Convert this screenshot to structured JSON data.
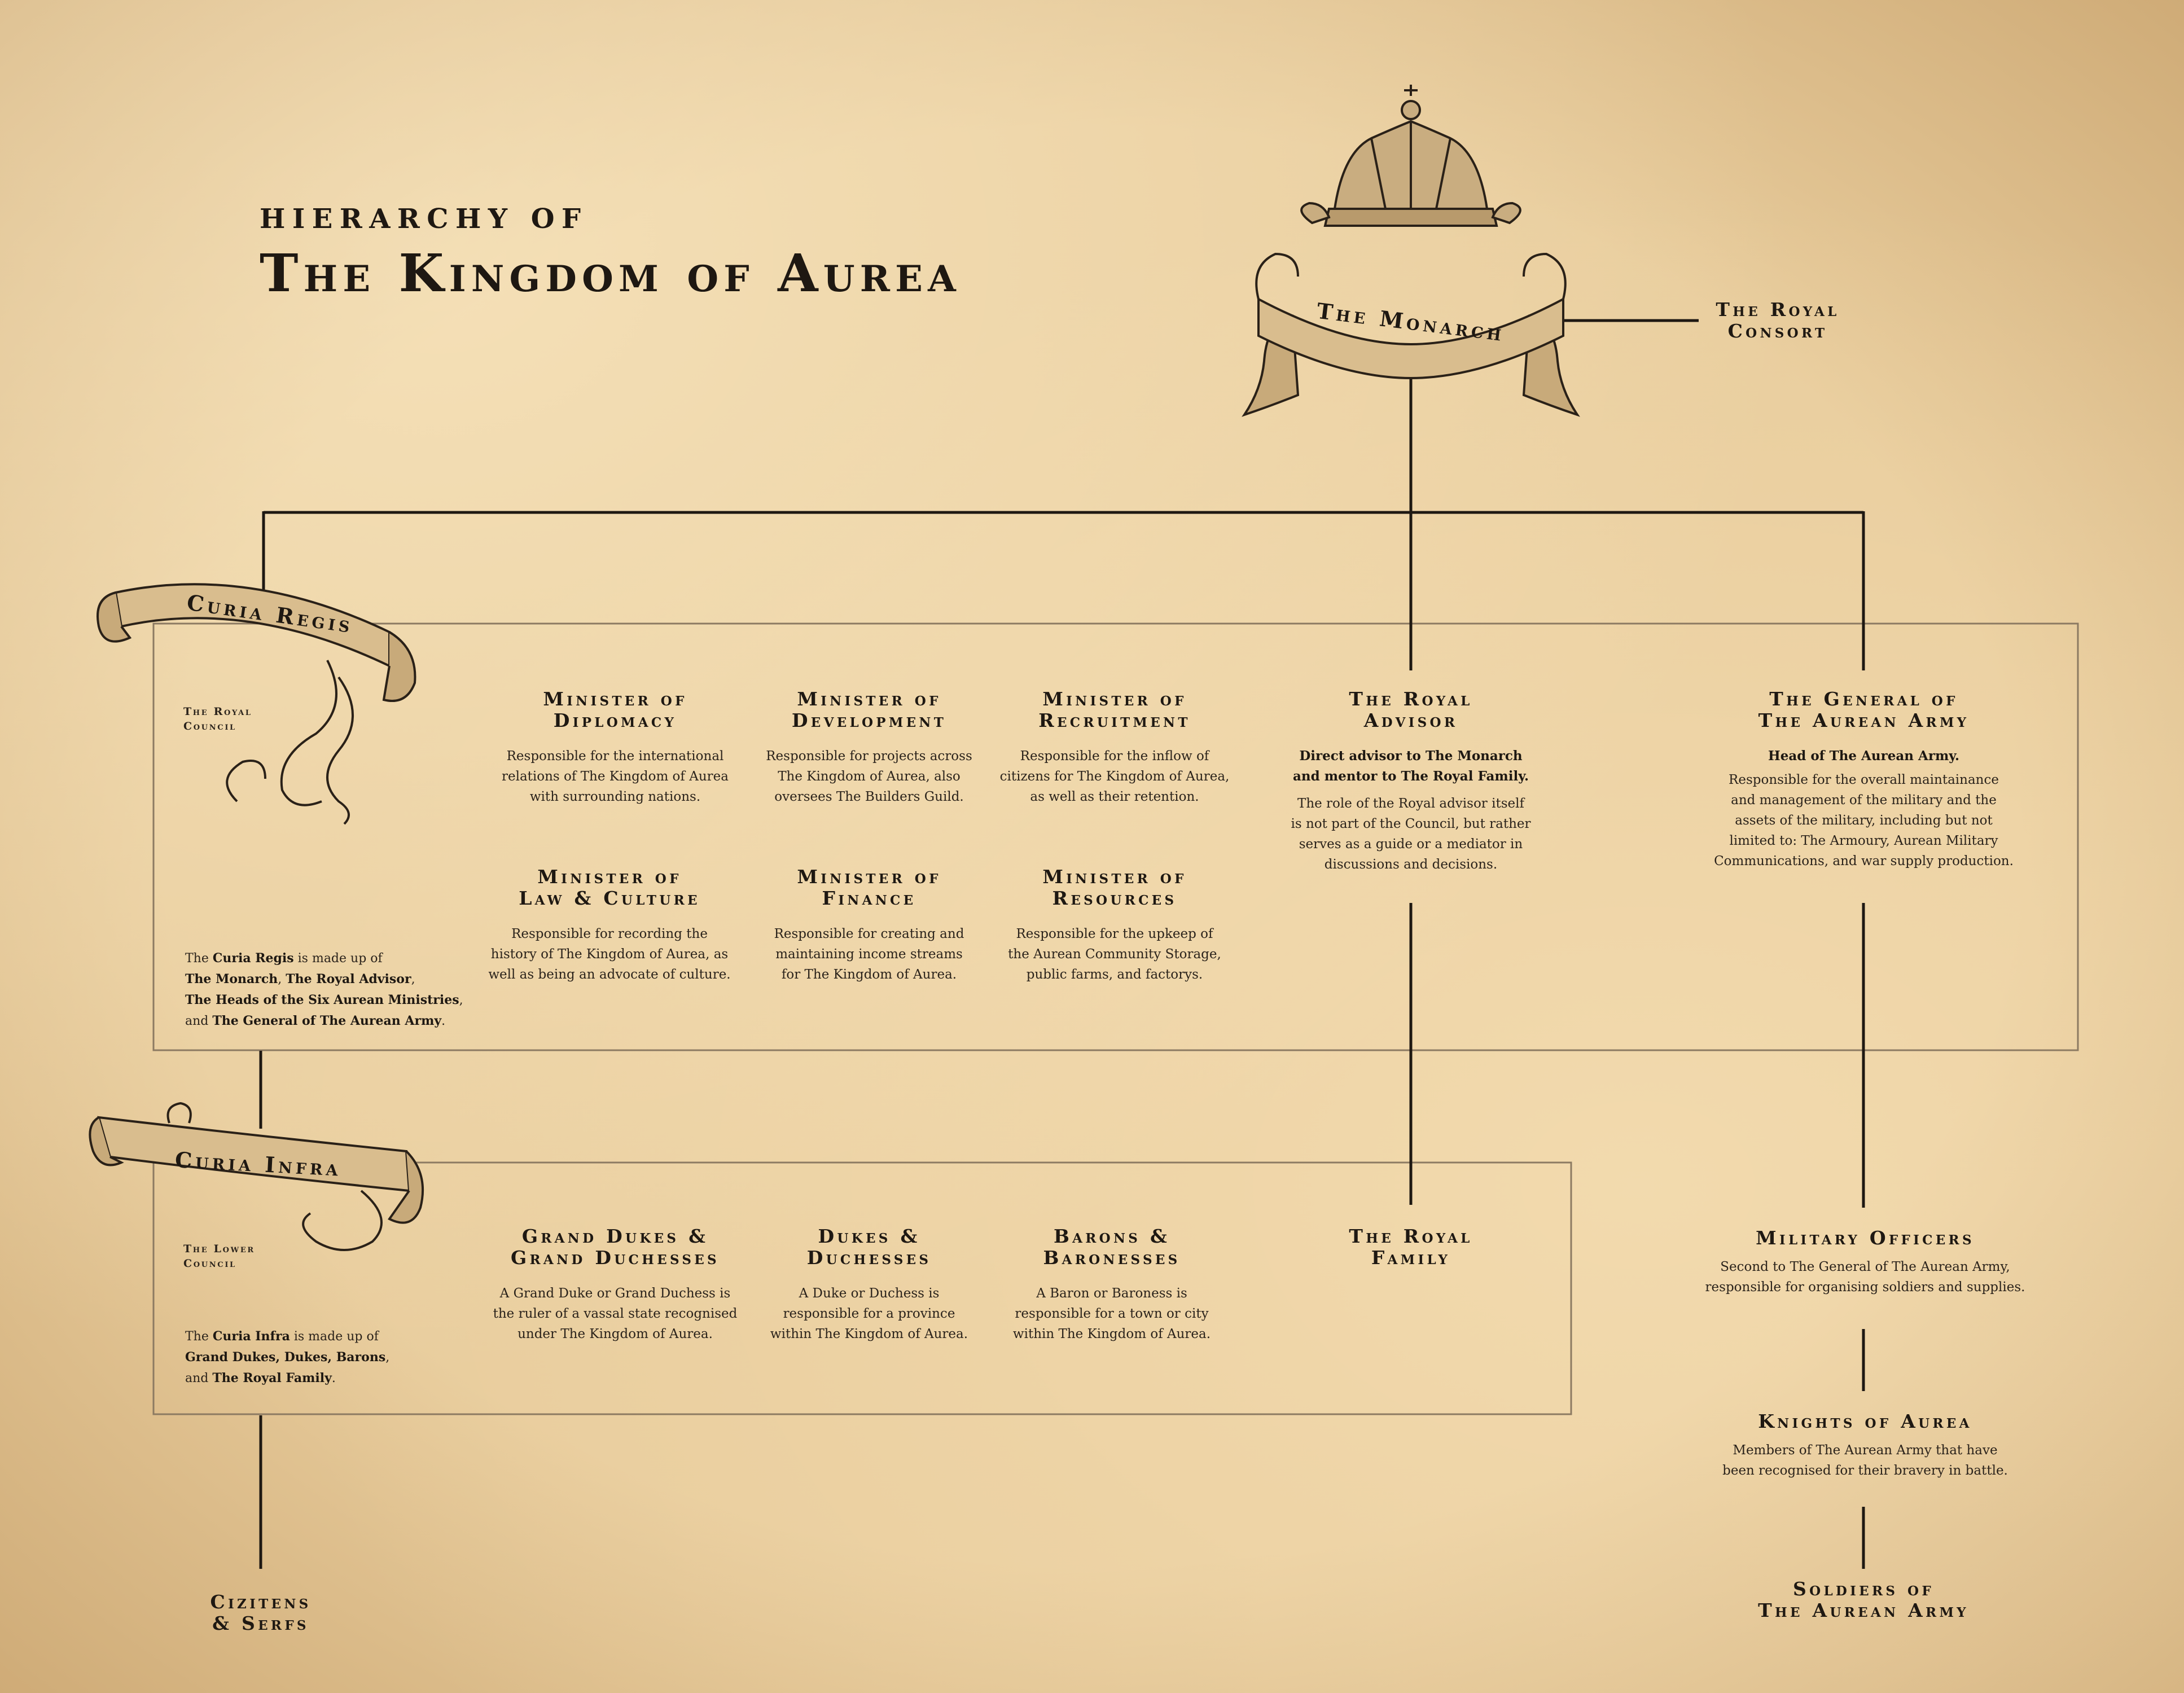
{
  "title": {
    "line1": "Hierarchy of",
    "line2": "The Kingdom of Aurea"
  },
  "monarch": {
    "label": "The Monarch"
  },
  "consort": {
    "line1": "The Royal",
    "line2": "Consort"
  },
  "curia_regis": {
    "banner": "Curia Regis",
    "sub1": "The Royal",
    "sub2": "Council",
    "note": {
      "l1_pre": "The ",
      "l1_b": "Curia Regis",
      "l1_post": " is made up of",
      "l2_b1": "The Monarch",
      "l2_sep": ", ",
      "l2_b2": "The Royal Advisor",
      "l2_post": ",",
      "l3_b": "The Heads of the  Six  Aurean Ministries",
      "l3_post": ",",
      "l4_pre": "and ",
      "l4_b": "The General of The Aurean Army",
      "l4_post": "."
    }
  },
  "ministers": [
    {
      "h1": "Minister of",
      "h2": "Diplomacy",
      "d": [
        "Responsible for the international",
        "relations of The Kingdom of Aurea",
        "with surrounding nations."
      ]
    },
    {
      "h1": "Minister of",
      "h2": "Development",
      "d": [
        "Responsible for projects across",
        "The Kingdom of Aurea, also",
        "oversees The Builders Guild."
      ]
    },
    {
      "h1": "Minister of",
      "h2": "Recruitment",
      "d": [
        "Responsible for the inflow of",
        "citizens for The Kingdom of Aurea,",
        "as well as their retention."
      ]
    },
    {
      "h1": "Minister of",
      "h2": "Law & Culture",
      "d": [
        "Responsible for recording the",
        "history of The Kingdom of Aurea, as",
        "well as being an advocate of culture."
      ]
    },
    {
      "h1": "Minister of",
      "h2": "Finance",
      "d": [
        "Responsible for creating and",
        "maintaining income streams",
        "for The Kingdom of Aurea."
      ]
    },
    {
      "h1": "Minister of",
      "h2": "Resources",
      "d": [
        "Responsible for the upkeep of",
        "the Aurean Community Storage,",
        "public farms, and factorys."
      ]
    }
  ],
  "advisor": {
    "h1": "The Royal",
    "h2": "Advisor",
    "s": [
      "Direct advisor to The Monarch",
      "and mentor to The Royal Family."
    ],
    "d": [
      "The role of the Royal advisor itself",
      "is not part of the Council, but rather",
      "serves as a guide or a mediator in",
      "discussions and decisions."
    ]
  },
  "general": {
    "h1": "The General of",
    "h2": "The Aurean Army",
    "s": [
      "Head of The Aurean Army."
    ],
    "d": [
      "Responsible for the overall maintainance",
      "and management of the military and the",
      "assets of the military, including but not",
      "limited to: The Armoury, Aurean Military",
      "Communications, and war supply production."
    ]
  },
  "curia_infra": {
    "banner": "Curia Infra",
    "sub1": "The Lower",
    "sub2": "Council",
    "note": {
      "l1_pre": "The ",
      "l1_b": "Curia Infra",
      "l1_post": " is made up of",
      "l2_b": "Grand Dukes, Dukes, Barons",
      "l2_post": ",",
      "l3_pre": "and ",
      "l3_b": "The Royal Family",
      "l3_post": "."
    }
  },
  "nobles": [
    {
      "h1": "Grand Dukes &",
      "h2": "Grand Duchesses",
      "d": [
        "A Grand Duke or Grand Duchess is",
        "the ruler of a vassal state recognised",
        "under The Kingdom of Aurea."
      ]
    },
    {
      "h1": "Dukes &",
      "h2": "Duchesses",
      "d": [
        "A Duke or Duchess is",
        "responsible for a province",
        "within The Kingdom of Aurea."
      ]
    },
    {
      "h1": "Barons &",
      "h2": "Baronesses",
      "d": [
        "A Baron or Baroness is",
        "responsible for a town or city",
        "within The Kingdom of Aurea."
      ]
    }
  ],
  "royal_family": {
    "h1": "The Royal",
    "h2": "Family"
  },
  "citizens": {
    "h1": "Cizitens",
    "h2": "& Serfs"
  },
  "officers": {
    "h": "Military Officers",
    "d": [
      "Second to The General of The Aurean Army,",
      "responsible for organising soldiers and supplies."
    ]
  },
  "knights": {
    "h": "Knights of Aurea",
    "d": [
      "Members of The Aurean Army that have",
      "been recognised for their bravery in battle."
    ]
  },
  "soldiers": {
    "h1": "Soldiers of",
    "h2": "The Aurean Army"
  },
  "colors": {
    "ink": "#1e1812",
    "parchment": "#e8cc9c",
    "frame": "#8c7a62"
  }
}
